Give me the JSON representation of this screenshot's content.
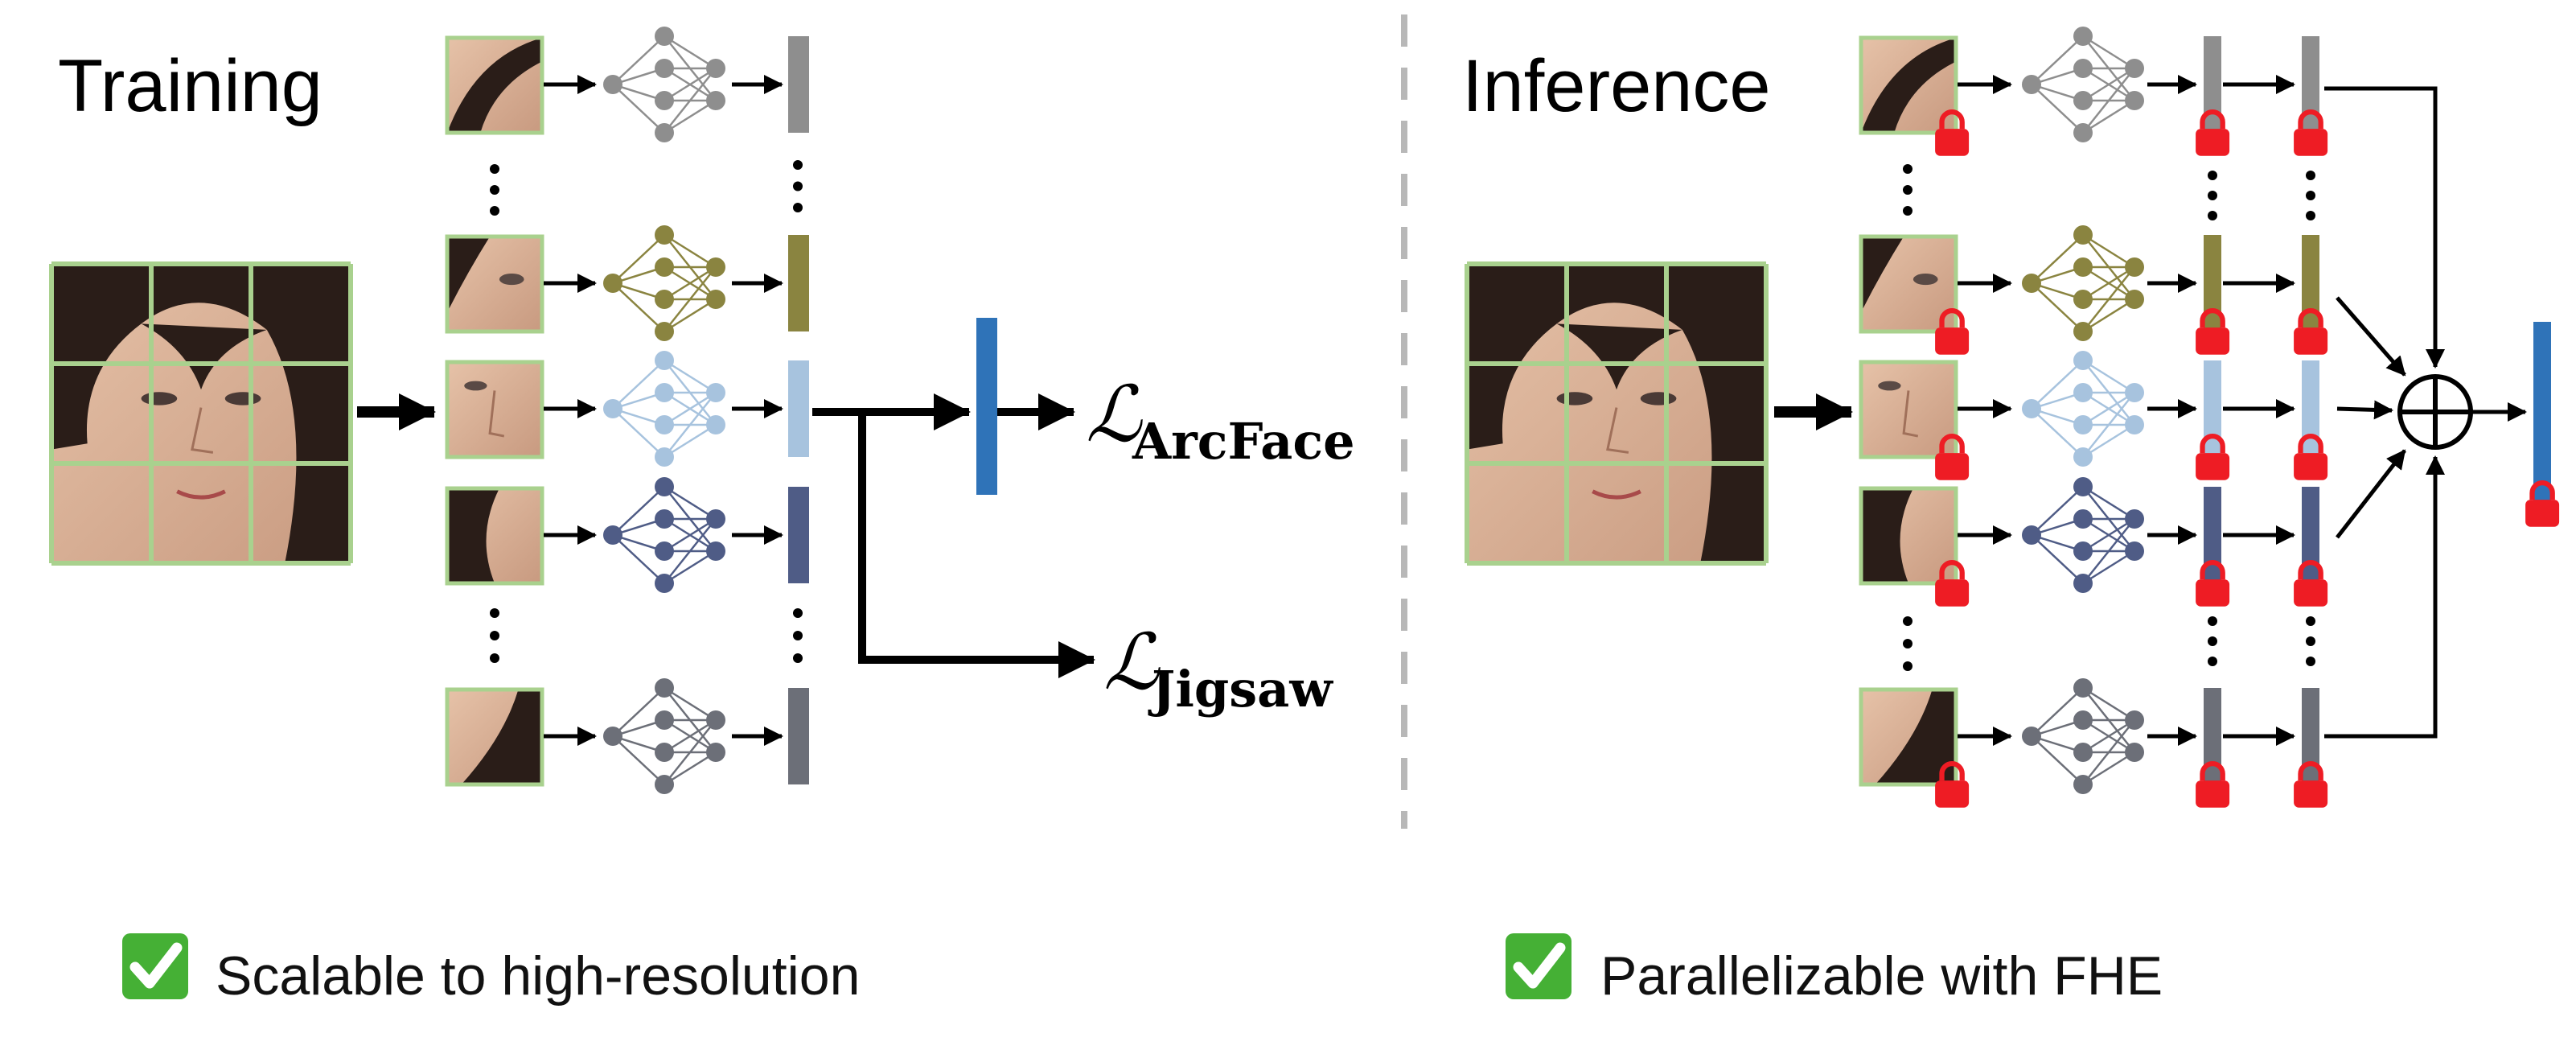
{
  "colors": {
    "patch_border": "#a9d18e",
    "gray": "#8e8e8e",
    "olive": "#8a8440",
    "light_blue": "#a7c3de",
    "navy": "#4f5c86",
    "slate": "#6c6f78",
    "bar_blue": "#2f73b8",
    "lock_red": "#ee1c24",
    "check_green": "#45b035",
    "divider": "#b8b8b8"
  },
  "icons": {
    "lock": "lock-icon",
    "check": "check-mark-icon",
    "neural_net": "neural-network-icon",
    "sum": "circled-plus-icon"
  },
  "training": {
    "title": "Training",
    "loss_arcface": {
      "symbol": "ℒ",
      "subscript": "ArcFace"
    },
    "loss_jigsaw": {
      "symbol": "ℒ",
      "subscript": "Jigsaw"
    },
    "caption": "Scalable to high-resolution"
  },
  "inference": {
    "title": "Inference",
    "caption": "Parallelizable with FHE"
  }
}
